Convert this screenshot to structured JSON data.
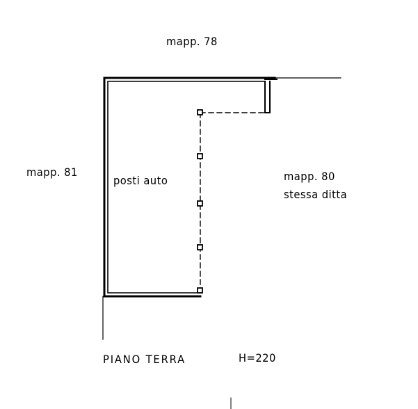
{
  "labels": {
    "north": "mapp. 78",
    "west": "mapp. 81",
    "interior": "posti auto",
    "east_line1": "mapp. 80",
    "east_line2": "stessa ditta",
    "floor": "PIANO TERRA",
    "height": "H=220"
  },
  "colors": {
    "ink": "#000000",
    "background": "#ffffff"
  }
}
